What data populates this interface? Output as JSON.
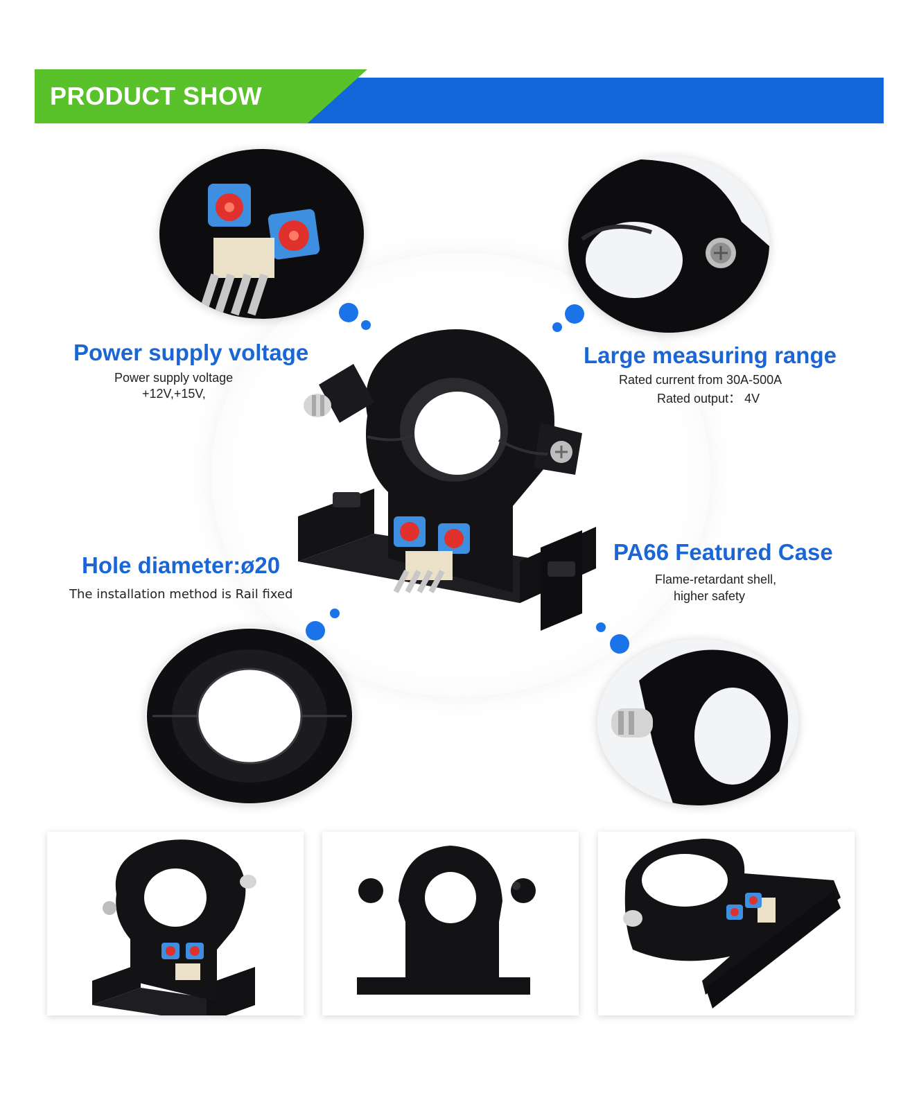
{
  "header": {
    "title": "PRODUCT SHOW",
    "colors": {
      "green": "#59c12a",
      "blue": "#1366d9"
    }
  },
  "features": {
    "power": {
      "title": "Power supply voltage",
      "lines": [
        "Power supply voltage",
        "+12V,+15V,"
      ]
    },
    "range": {
      "title": "Large measuring range",
      "lines": [
        "Rated current from 30A-500A",
        "Rated output： 4V"
      ]
    },
    "hole": {
      "title": "Hole diameter:ø20",
      "lines": [
        "The installation method is Rail fixed"
      ]
    },
    "case": {
      "title": "PA66 Featured Case",
      "lines": [
        "Flame-retardant shell,",
        "higher safety"
      ]
    }
  },
  "accent_color": "#1a73e8",
  "images": {
    "main": "hall-current-sensor",
    "detail_potentiometers": "potentiometers-connector-closeup",
    "detail_screw": "screw-clamp-closeup",
    "detail_ring": "ring-core-top-view",
    "detail_side": "side-pin-closeup",
    "panels": [
      "front-angle-view",
      "back-silhouette-view",
      "lying-down-view"
    ]
  }
}
